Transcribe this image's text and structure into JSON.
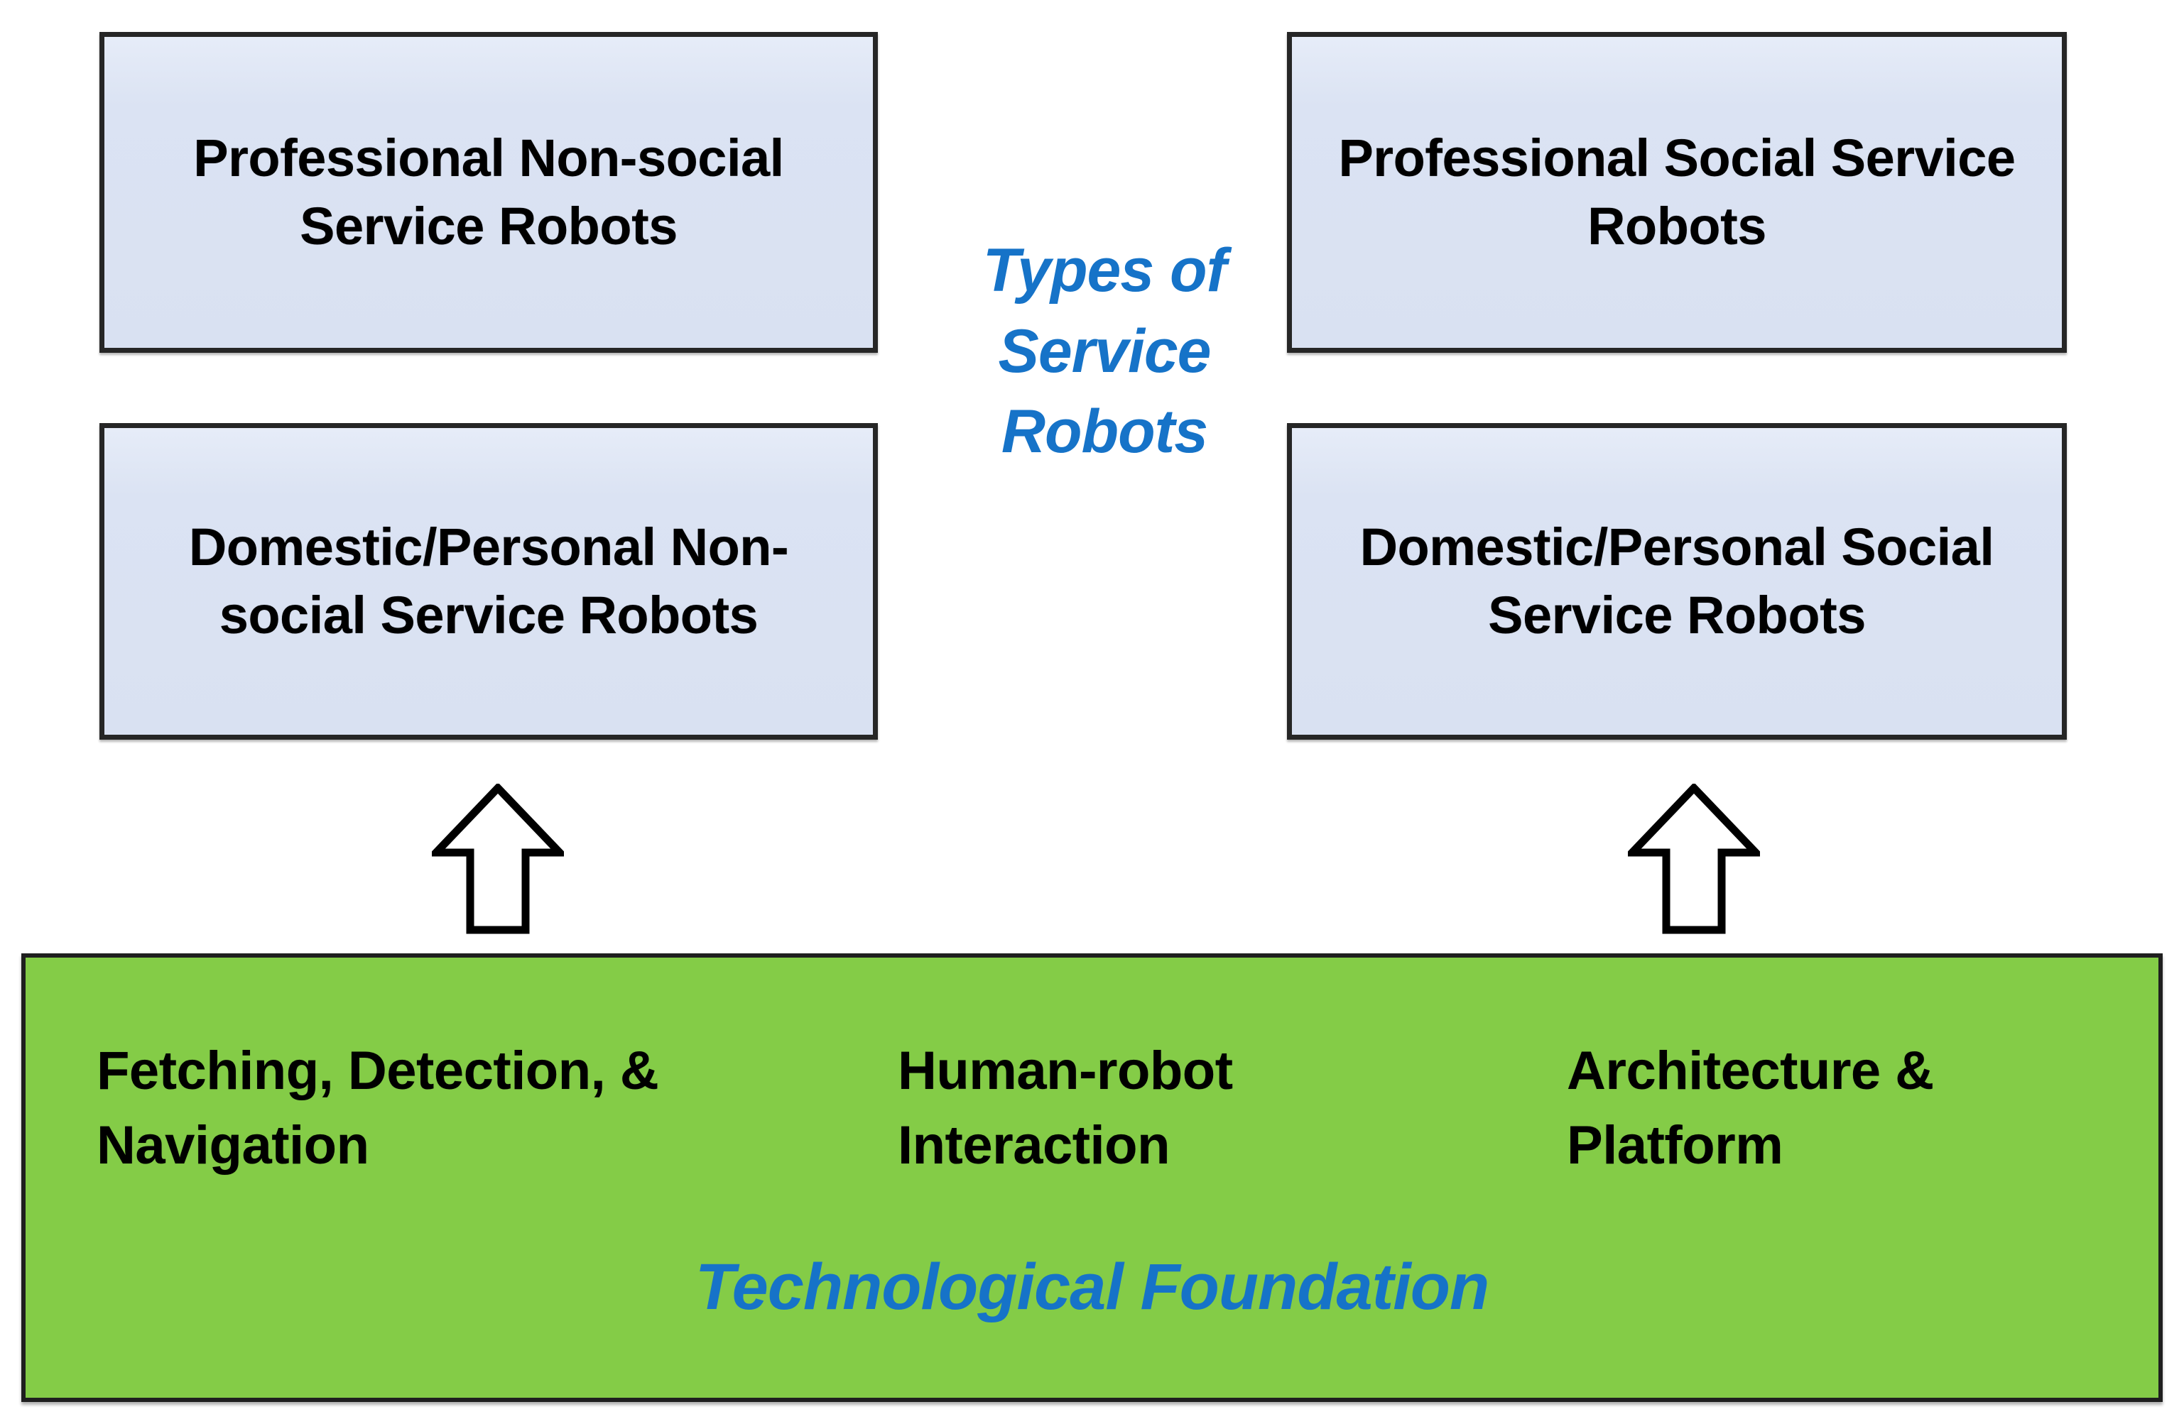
{
  "diagram": {
    "center_title": "Types of Service Robots",
    "categories": [
      {
        "id": "professional-non-social",
        "label": "Professional Non-social Service Robots"
      },
      {
        "id": "professional-social",
        "label": "Professional Social Service Robots"
      },
      {
        "id": "domestic-personal-non-social",
        "label": "Domestic/Personal Non-social Service Robots"
      },
      {
        "id": "domestic-personal-social",
        "label": "Domestic/Personal Social Service Robots"
      }
    ],
    "arrows": [
      {
        "id": "arrow-left",
        "icon": "up-arrow-icon",
        "from": "Technological Foundation",
        "to": "Domestic/Personal Non-social Service Robots"
      },
      {
        "id": "arrow-right",
        "icon": "up-arrow-icon",
        "from": "Technological Foundation",
        "to": "Domestic/Personal Social Service Robots"
      }
    ],
    "foundation": {
      "caption": "Technological Foundation",
      "pillars": [
        "Fetching, Detection, & Navigation",
        "Human-robot Interaction",
        "Architecture & Platform"
      ]
    },
    "colors": {
      "box_fill": "#d9e1f2",
      "box_border": "#262626",
      "foundation_fill": "#84cc47",
      "foundation_border": "#1f1f1f",
      "accent_blue": "#1673c8",
      "text_black": "#000000",
      "arrow_stroke": "#000000",
      "arrow_fill": "#ffffff"
    }
  }
}
